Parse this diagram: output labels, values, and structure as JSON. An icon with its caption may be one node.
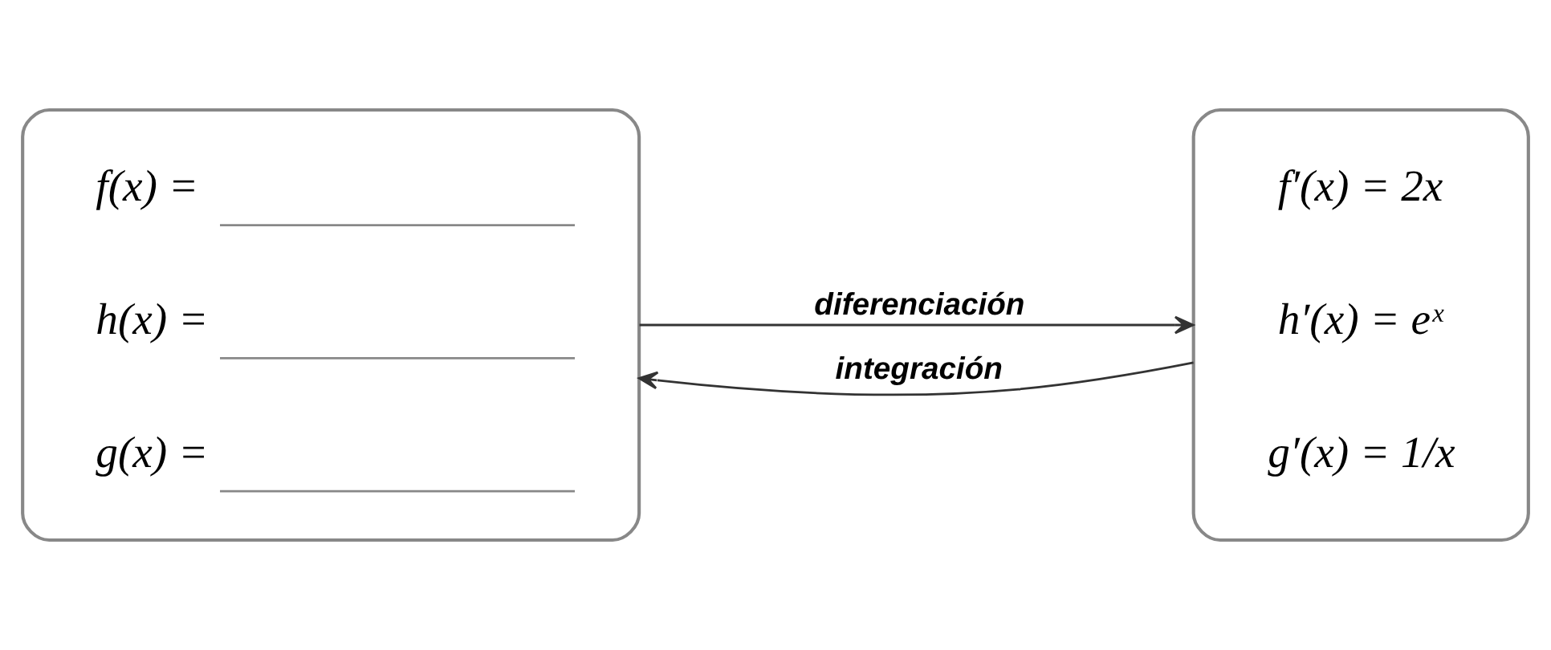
{
  "diagram": {
    "nodes": [
      {
        "text": [
          "f(x) =",
          "h(x) =",
          "g(x) ="
        ]
      },
      {
        "text": [
          "f′(x) = 2x",
          "h′(x) = eˣ",
          "g′(x) = 1/x"
        ]
      }
    ],
    "edges": [
      {
        "from": 0,
        "to": 1,
        "arrow": "to",
        "label": "diferenciación"
      },
      {
        "from": 1,
        "to": 0,
        "arrow": "to",
        "label": "integración"
      }
    ]
  }
}
